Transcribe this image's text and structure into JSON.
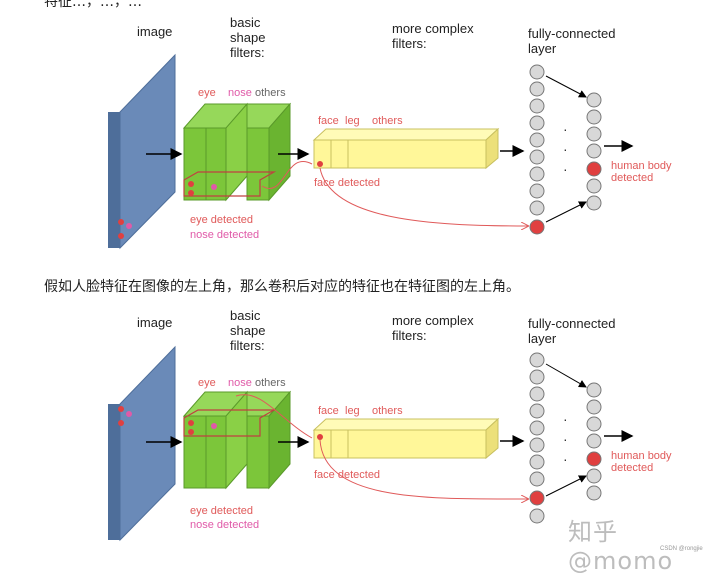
{
  "top_text": "特征…，…，…",
  "caption": "假如人脸特征在图像的左上角，那么卷积后对应的特征也在特征图的左上角。",
  "labels": {
    "image": "image",
    "basic_1": "basic",
    "basic_2": "shape",
    "basic_3": "filters:",
    "complex_1": "more complex",
    "complex_2": "filters:",
    "fc_1": "fully-connected",
    "fc_2": "layer",
    "eye": "eye",
    "nose": "nose",
    "others": "others",
    "face": "face",
    "leg": "leg",
    "others2": "others",
    "eye_detected": "eye detected",
    "nose_detected": "nose detected",
    "face_detected": "face detected",
    "human_body_1": "human body",
    "human_body_2": "detected",
    "dots": "·"
  },
  "colors": {
    "image_blue": "#6a8ab8",
    "green": "#7cc63a",
    "yellow": "#fff799",
    "red": "#e04040",
    "pink": "#e05aa8",
    "node_gray": "#d8d8d8"
  },
  "watermark": "知乎 @momo",
  "csdn": "CSDN @rongjie"
}
